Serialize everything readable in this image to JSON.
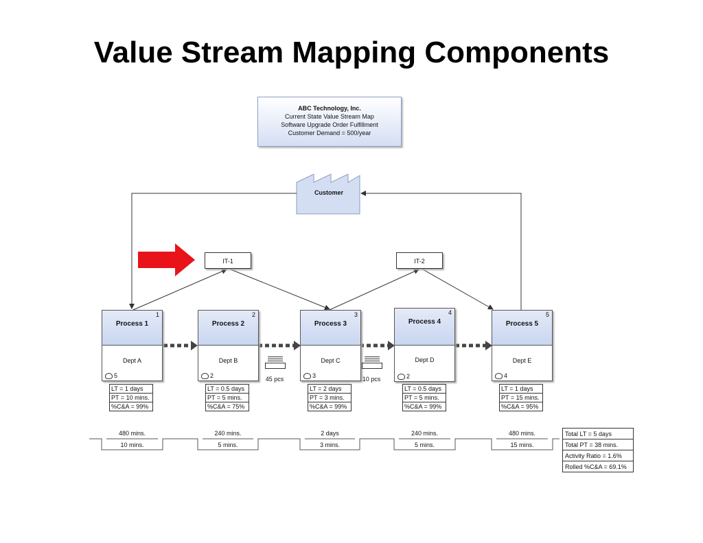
{
  "title": "Value Stream Mapping Components",
  "header": {
    "company": "ABC Technology, Inc.",
    "line1": "Current State Value Stream Map",
    "line2": "Software Upgrade Order Fulfillment",
    "line3": "Customer Demand = 500/year"
  },
  "customer": "Customer",
  "it_systems": [
    {
      "label": "IT-1"
    },
    {
      "label": "IT-2"
    }
  ],
  "processes": [
    {
      "name": "Process 1",
      "num": "1",
      "dept": "Dept A",
      "ops": "5",
      "lt": "LT = 1 days",
      "pt": "PT = 10 mins.",
      "ca": "%C&A = 99%"
    },
    {
      "name": "Process 2",
      "num": "2",
      "dept": "Dept B",
      "ops": "2",
      "lt": "LT = 0.5 days",
      "pt": "PT = 5 mins.",
      "ca": "%C&A = 75%"
    },
    {
      "name": "Process 3",
      "num": "3",
      "dept": "Dept C",
      "ops": "3",
      "lt": "LT = 2 days",
      "pt": "PT = 3 mins.",
      "ca": "%C&A = 99%"
    },
    {
      "name": "Process 4",
      "num": "4",
      "dept": "Dept D",
      "ops": "2",
      "lt": "LT = 0.5 days",
      "pt": "PT = 5 mins.",
      "ca": "%C&A = 99%"
    },
    {
      "name": "Process 5",
      "num": "5",
      "dept": "Dept E",
      "ops": "4",
      "lt": "LT = 1 days",
      "pt": "PT = 15 mins.",
      "ca": "%C&A = 95%"
    }
  ],
  "inventory": [
    {
      "qty": "45 pcs"
    },
    {
      "qty": "10 pcs"
    }
  ],
  "timeline": {
    "lead": [
      "480 mins.",
      "240 mins.",
      "2 days",
      "240 mins.",
      "480 mins."
    ],
    "process": [
      "10 mins.",
      "5 mins.",
      "3 mins.",
      "5 mins.",
      "15 mins."
    ]
  },
  "summary": {
    "total_lt": "Total LT = 5 days",
    "total_pt": "Total PT = 38 mins.",
    "activity_ratio": "Activity Ratio = 1.6%",
    "rolled_ca": "Rolled %C&A = 69.1%"
  },
  "colors": {
    "process_header": "#c9d6f1",
    "highlight_arrow": "#e8141a",
    "customer_fill": "#d4def3"
  }
}
